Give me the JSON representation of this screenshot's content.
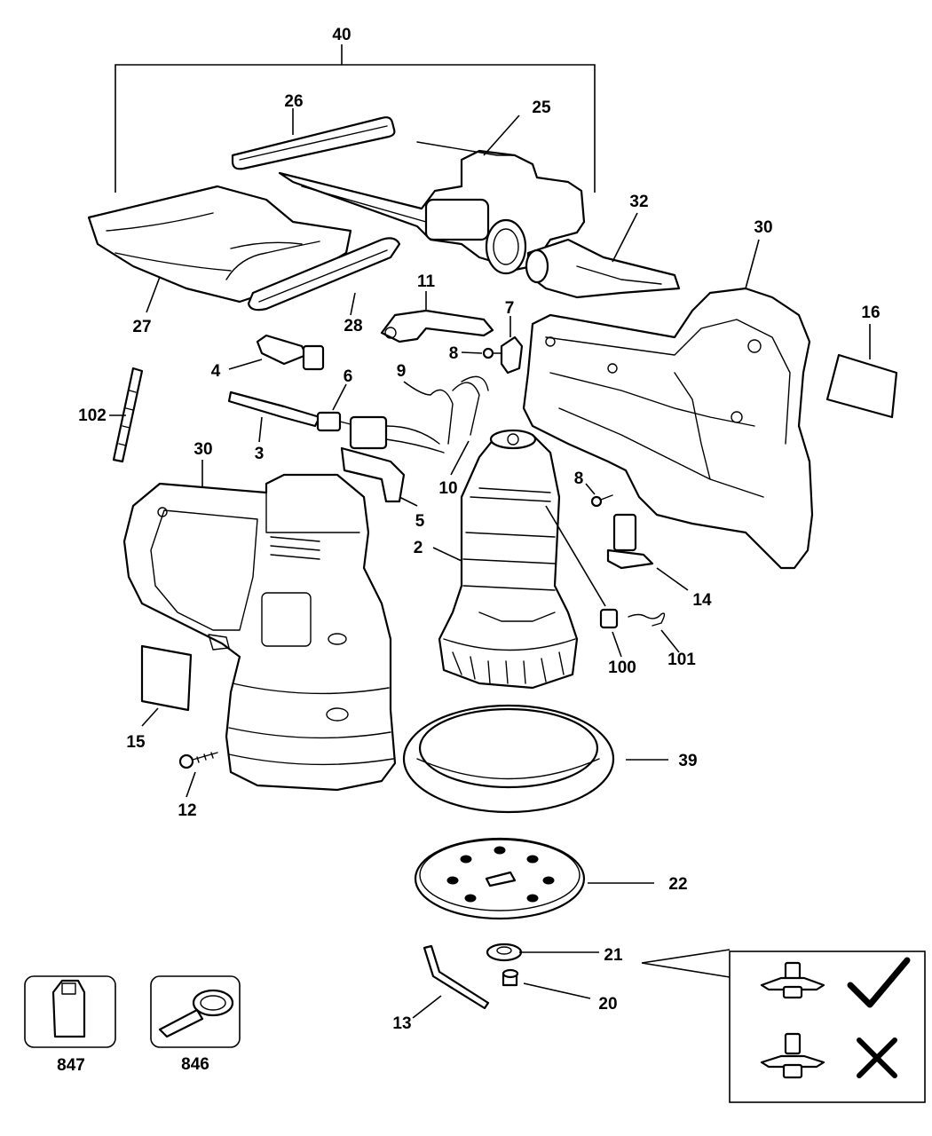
{
  "callouts": [
    {
      "id": "p40",
      "text": "40"
    },
    {
      "id": "p26",
      "text": "26"
    },
    {
      "id": "p25",
      "text": "25"
    },
    {
      "id": "p32",
      "text": "32"
    },
    {
      "id": "p30a",
      "text": "30"
    },
    {
      "id": "p16",
      "text": "16"
    },
    {
      "id": "p27",
      "text": "27"
    },
    {
      "id": "p28",
      "text": "28"
    },
    {
      "id": "p11",
      "text": "11"
    },
    {
      "id": "p7",
      "text": "7"
    },
    {
      "id": "p8a",
      "text": "8"
    },
    {
      "id": "p4",
      "text": "4"
    },
    {
      "id": "p6",
      "text": "6"
    },
    {
      "id": "p9",
      "text": "9"
    },
    {
      "id": "p102",
      "text": "102"
    },
    {
      "id": "p3",
      "text": "3"
    },
    {
      "id": "p30b",
      "text": "30"
    },
    {
      "id": "p10",
      "text": "10"
    },
    {
      "id": "p8b",
      "text": "8"
    },
    {
      "id": "p5",
      "text": "5"
    },
    {
      "id": "p2",
      "text": "2"
    },
    {
      "id": "p14",
      "text": "14"
    },
    {
      "id": "p100",
      "text": "100"
    },
    {
      "id": "p101",
      "text": "101"
    },
    {
      "id": "p15",
      "text": "15"
    },
    {
      "id": "p39",
      "text": "39"
    },
    {
      "id": "p12",
      "text": "12"
    },
    {
      "id": "p22",
      "text": "22"
    },
    {
      "id": "p21",
      "text": "21"
    },
    {
      "id": "p20",
      "text": "20"
    },
    {
      "id": "p13",
      "text": "13"
    },
    {
      "id": "p847",
      "text": "847"
    },
    {
      "id": "p846",
      "text": "846"
    }
  ],
  "inset": {
    "correct_symbol": "check-mark",
    "incorrect_symbol": "cross-mark"
  }
}
